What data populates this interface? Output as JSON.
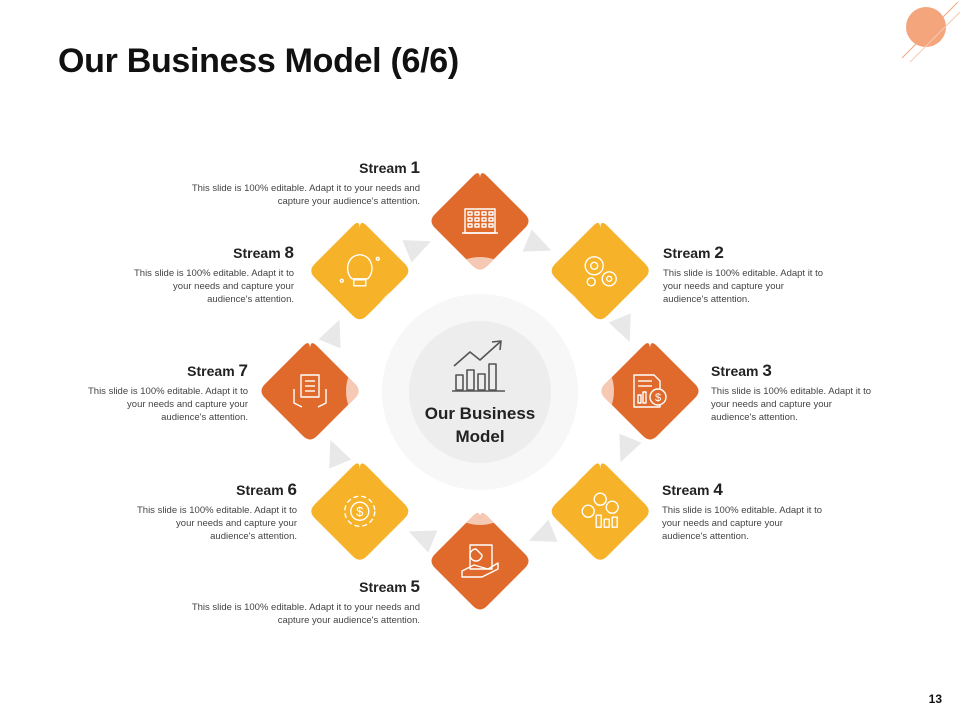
{
  "title": "Our Business Model (6/6)",
  "page_number": "13",
  "center": {
    "line1": "Our Business",
    "line2": "Model",
    "icon": "growth-chart-icon"
  },
  "colors": {
    "dark_orange": "#E06A2C",
    "amber": "#F6B228",
    "light_peach": "#F5C9B4",
    "light_amber": "#FBE3A8",
    "center_disc": "#EFEFEF",
    "halo": "#F7F7F7"
  },
  "streams": [
    {
      "word": "Stream",
      "num": "1",
      "line1": "This slide is 100% editable.  Adapt it to your needs and",
      "line2": "capture your audience's attention.",
      "line3": "",
      "icon": "office-building-icon",
      "color": "dark_orange"
    },
    {
      "word": "Stream",
      "num": "2",
      "line1": "This slide is 100% editable.  Adapt it to",
      "line2": "your needs and capture your",
      "line3": "audience's attention.",
      "icon": "gears-icon",
      "color": "amber"
    },
    {
      "word": "Stream",
      "num": "3",
      "line1": "This slide is 100% editable.  Adapt it to",
      "line2": "your needs and capture your",
      "line3": "audience's attention.",
      "icon": "financial-report-icon",
      "color": "dark_orange"
    },
    {
      "word": "Stream",
      "num": "4",
      "line1": "This slide is 100% editable.  Adapt it to",
      "line2": "your needs and capture your",
      "line3": "audience's attention.",
      "icon": "coins-chart-icon",
      "color": "amber"
    },
    {
      "word": "Stream",
      "num": "5",
      "line1": "This slide is 100% editable.  Adapt it to your needs and",
      "line2": "capture your audience's attention.",
      "line3": "",
      "icon": "hand-report-icon",
      "color": "dark_orange"
    },
    {
      "word": "Stream",
      "num": "6",
      "line1": "This slide is 100% editable.  Adapt it to",
      "line2": "your needs and capture your",
      "line3": "audience's attention.",
      "icon": "dollar-gear-icon",
      "color": "amber"
    },
    {
      "word": "Stream",
      "num": "7",
      "line1": "This slide is 100% editable.  Adapt it to",
      "line2": "your needs and capture your",
      "line3": "audience's attention.",
      "icon": "document-hands-icon",
      "color": "dark_orange"
    },
    {
      "word": "Stream",
      "num": "8",
      "line1": "This slide is 100% editable.  Adapt it to",
      "line2": "your needs and capture your",
      "line3": "audience's attention.",
      "icon": "lightbulb-idea-icon",
      "color": "amber"
    }
  ]
}
